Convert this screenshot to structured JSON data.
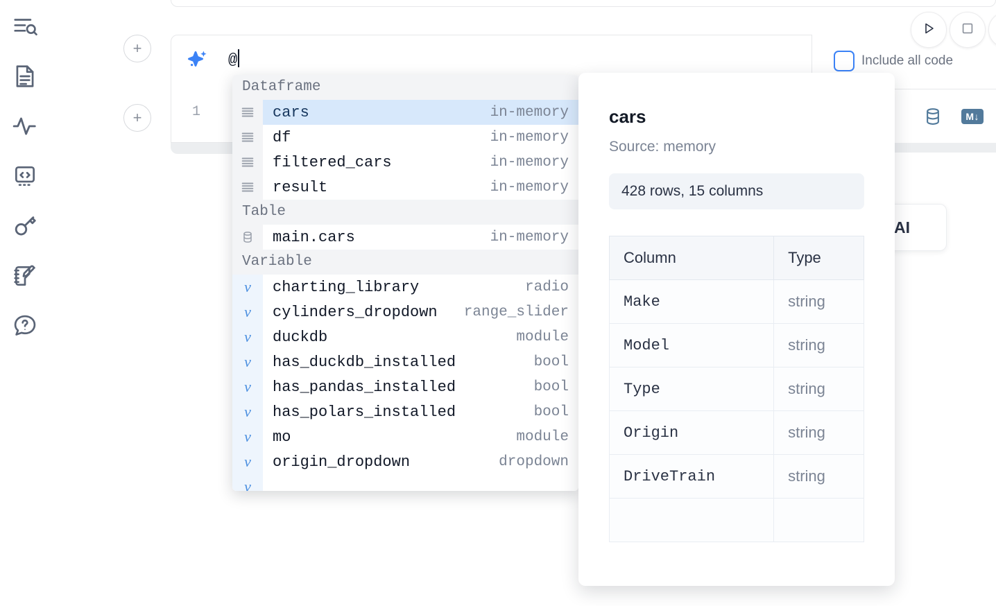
{
  "rail": {
    "items": [
      {
        "name": "file-explorer-search-icon",
        "label": "Explore files"
      },
      {
        "name": "document-icon",
        "label": "Notebook"
      },
      {
        "name": "activity-pulse-icon",
        "label": "Activity"
      },
      {
        "name": "code-brackets-icon",
        "label": "Snippets"
      },
      {
        "name": "key-icon",
        "label": "Secrets"
      },
      {
        "name": "notebook-pencil-icon",
        "label": "Scratchpad"
      },
      {
        "name": "help-chat-icon",
        "label": "Help"
      }
    ]
  },
  "toolbar": {
    "run_label": "Run",
    "stop_label": "Stop",
    "include_all_code_label": "Include all code",
    "include_all_code_checked": false,
    "accent_color": "#3b82f6"
  },
  "ai_prompt": {
    "icon": "sparkle-icon",
    "value": "@",
    "placeholder": ""
  },
  "cell": {
    "line_number": "1",
    "code": "",
    "database_icon_label": "Database",
    "markdown_badge_label": "M↓"
  },
  "ai_chip": {
    "label": "AI"
  },
  "autocomplete": {
    "groups": [
      {
        "title": "Dataframe",
        "items": [
          {
            "icon": "dataframe-icon",
            "label": "cars",
            "kind": "in-memory",
            "selected": true
          },
          {
            "icon": "dataframe-icon",
            "label": "df",
            "kind": "in-memory",
            "selected": false
          },
          {
            "icon": "dataframe-icon",
            "label": "filtered_cars",
            "kind": "in-memory",
            "selected": false
          },
          {
            "icon": "dataframe-icon",
            "label": "result",
            "kind": "in-memory",
            "selected": false
          }
        ]
      },
      {
        "title": "Table",
        "items": [
          {
            "icon": "database-icon",
            "label": "main.cars",
            "kind": "in-memory",
            "selected": false
          }
        ]
      },
      {
        "title": "Variable",
        "items": [
          {
            "icon": "variable-icon",
            "label": "charting_library",
            "kind": "radio",
            "selected": false
          },
          {
            "icon": "variable-icon",
            "label": "cylinders_dropdown",
            "kind": "range_slider",
            "selected": false
          },
          {
            "icon": "variable-icon",
            "label": "duckdb",
            "kind": "module",
            "selected": false
          },
          {
            "icon": "variable-icon",
            "label": "has_duckdb_installed",
            "kind": "bool",
            "selected": false
          },
          {
            "icon": "variable-icon",
            "label": "has_pandas_installed",
            "kind": "bool",
            "selected": false
          },
          {
            "icon": "variable-icon",
            "label": "has_polars_installed",
            "kind": "bool",
            "selected": false
          },
          {
            "icon": "variable-icon",
            "label": "mo",
            "kind": "module",
            "selected": false
          },
          {
            "icon": "variable-icon",
            "label": "origin_dropdown",
            "kind": "dropdown",
            "selected": false
          }
        ]
      }
    ]
  },
  "detail": {
    "title": "cars",
    "source": "Source: memory",
    "shape": "428 rows, 15 columns",
    "columns_header": "Column",
    "type_header": "Type",
    "rows": [
      {
        "column": "Make",
        "type": "string"
      },
      {
        "column": "Model",
        "type": "string"
      },
      {
        "column": "Type",
        "type": "string"
      },
      {
        "column": "Origin",
        "type": "string"
      },
      {
        "column": "DriveTrain",
        "type": "string"
      }
    ]
  }
}
